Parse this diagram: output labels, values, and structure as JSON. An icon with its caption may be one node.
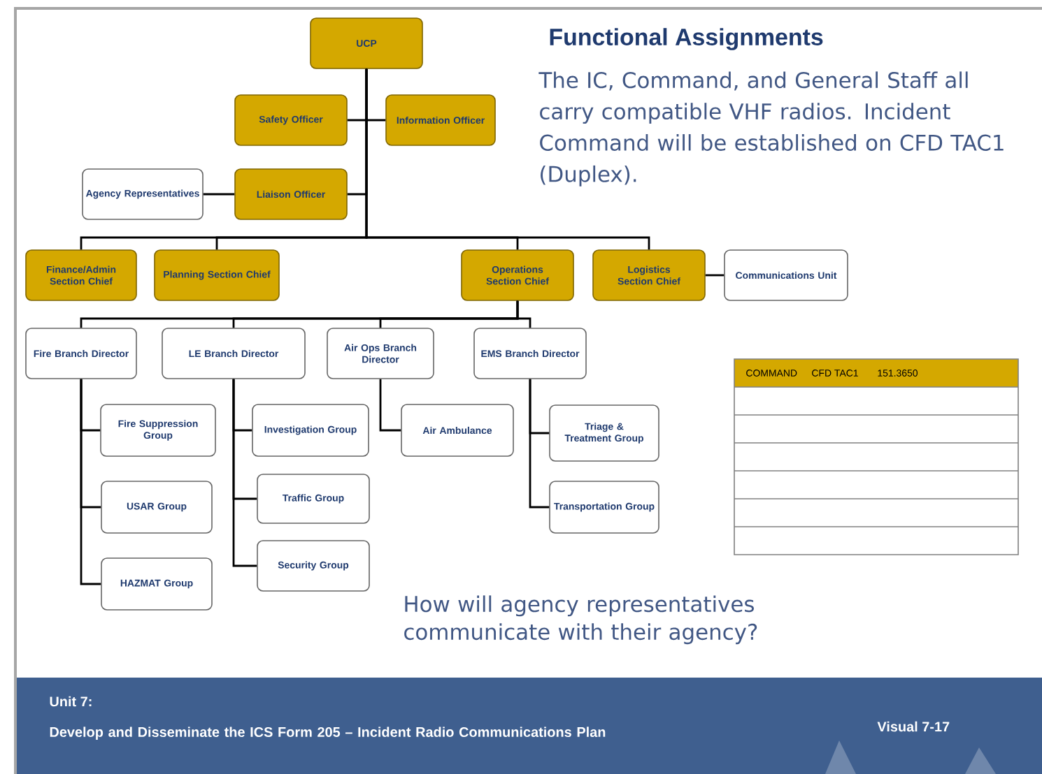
{
  "diagram": {
    "title": "Functional Assignments",
    "nodes": [
      {
        "text": [
          "UCP"
        ]
      },
      {
        "text": [
          "Safety Officer"
        ]
      },
      {
        "text": [
          "Information Officer"
        ]
      },
      {
        "text": [
          "Agency Representatives"
        ]
      },
      {
        "text": [
          "Liaison Officer"
        ]
      },
      {
        "text": [
          "Finance/Admin Section Chief"
        ]
      },
      {
        "text": [
          "Planning Section Chief"
        ]
      },
      {
        "text": [
          "Operations Section Chief"
        ]
      },
      {
        "text": [
          "Logistics Section Chief"
        ]
      },
      {
        "text": [
          "Communications Unit"
        ]
      },
      {
        "text": [
          "Fire Branch Director"
        ]
      },
      {
        "text": [
          "LE Branch Director"
        ]
      },
      {
        "text": [
          "Air Ops Branch Director"
        ]
      },
      {
        "text": [
          "EMS Branch Director"
        ]
      },
      {
        "text": [
          "Fire Suppression Group"
        ]
      },
      {
        "text": [
          "USAR Group"
        ]
      },
      {
        "text": [
          "HAZMAT Group"
        ]
      },
      {
        "text": [
          "Investigation Group"
        ]
      },
      {
        "text": [
          "Traffic Group"
        ]
      },
      {
        "text": [
          "Security Group"
        ]
      },
      {
        "text": [
          "Air Ambulance"
        ]
      },
      {
        "text": [
          "Triage & Treatment Group"
        ]
      },
      {
        "text": [
          "Transportation Group"
        ]
      }
    ],
    "edges": [
      {
        "from": 0,
        "to": 1,
        "arrow": "none"
      },
      {
        "from": 0,
        "to": 2,
        "arrow": "none"
      },
      {
        "from": 0,
        "to": 4,
        "arrow": "none"
      },
      {
        "from": 4,
        "to": 3,
        "arrow": "none"
      },
      {
        "from": 0,
        "to": 5,
        "arrow": "none"
      },
      {
        "from": 0,
        "to": 6,
        "arrow": "none"
      },
      {
        "from": 0,
        "to": 7,
        "arrow": "none"
      },
      {
        "from": 0,
        "to": 8,
        "arrow": "none"
      },
      {
        "from": 8,
        "to": 9,
        "arrow": "none"
      },
      {
        "from": 7,
        "to": 10,
        "arrow": "none"
      },
      {
        "from": 7,
        "to": 11,
        "arrow": "none"
      },
      {
        "from": 7,
        "to": 12,
        "arrow": "none"
      },
      {
        "from": 7,
        "to": 13,
        "arrow": "none"
      },
      {
        "from": 10,
        "to": 14,
        "arrow": "none"
      },
      {
        "from": 10,
        "to": 15,
        "arrow": "none"
      },
      {
        "from": 10,
        "to": 16,
        "arrow": "none"
      },
      {
        "from": 11,
        "to": 17,
        "arrow": "none"
      },
      {
        "from": 11,
        "to": 18,
        "arrow": "none"
      },
      {
        "from": 11,
        "to": 19,
        "arrow": "none"
      },
      {
        "from": 12,
        "to": 20,
        "arrow": "none"
      },
      {
        "from": 13,
        "to": 21,
        "arrow": "none"
      },
      {
        "from": 13,
        "to": 22,
        "arrow": "none"
      }
    ],
    "labels": [
      "The IC, Command, and General Staff all carry compatible VHF radios. Incident Command will be established on CFD TAC1 (Duplex).",
      "COMMAND",
      "CFD TAC1",
      "151.3650",
      "How will agency representatives communicate with their agency?",
      "Unit 7:",
      "Develop and Disseminate the ICS Form 205 – Incident Radio Communications Plan",
      "Visual 7-17"
    ]
  }
}
